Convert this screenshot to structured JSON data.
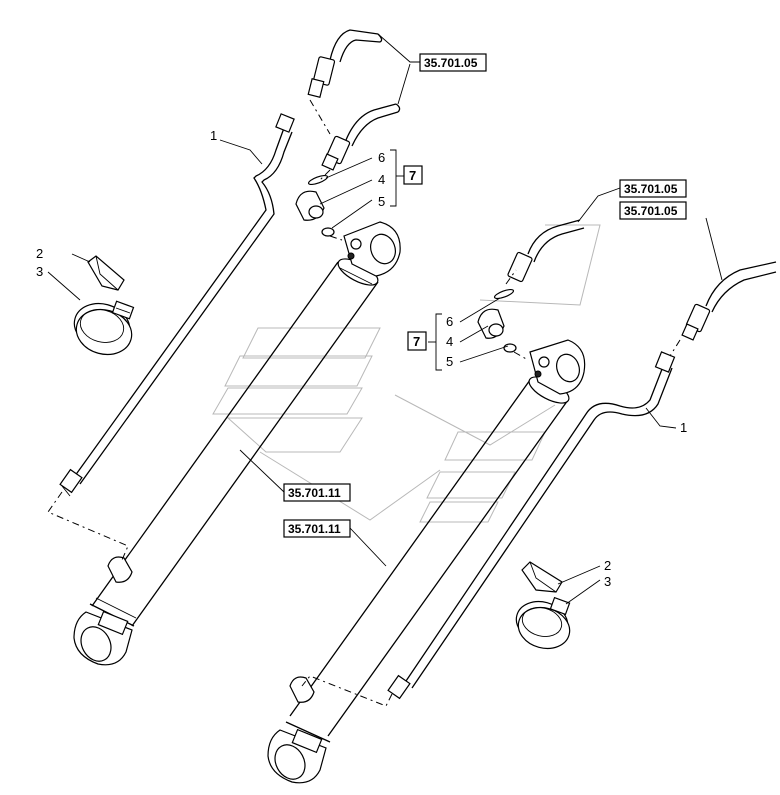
{
  "callouts": {
    "pipe": "1",
    "clip": "2",
    "clamp": "3",
    "fitting": "4",
    "o_ring": "5",
    "washer": "6",
    "kit": "7"
  },
  "references": {
    "hose_group": "35.701.05",
    "cylinder_group": "35.701.11"
  }
}
